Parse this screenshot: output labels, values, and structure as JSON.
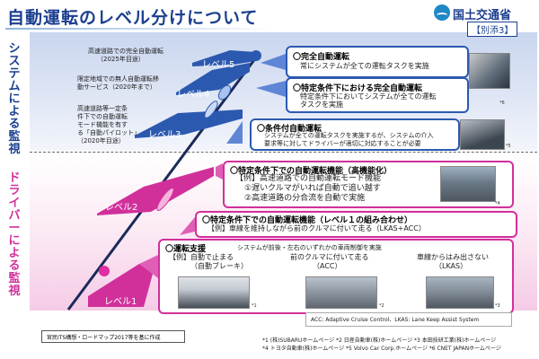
{
  "header": {
    "title": "自動運転のレベル分けについて",
    "ministry": "国土交通省",
    "appendix": "【別添3】"
  },
  "axis_labels": {
    "system": "システムによる監視",
    "driver": "ドライバーによる監視"
  },
  "levels": {
    "l1": "レベル1",
    "l2": "レベル2",
    "l3": "レベル3",
    "l4": "レベル4",
    "l5": "レベル5"
  },
  "notes": {
    "n5": [
      "高速道路での完全自動運転",
      "（2025年目途）"
    ],
    "n4": [
      "限定地域での無人自動運転移",
      "動サービス（2020年まで）"
    ],
    "n3": [
      "高速道路等一定条",
      "件下での自動運転",
      "モード機能を有す",
      "る「自動パイロット」",
      "（2020年目途）"
    ]
  },
  "boxes": {
    "l5": {
      "title": "〇完全自動運転",
      "lines": [
        "常にシステムが全ての運転タスクを実施"
      ]
    },
    "l4": {
      "title": "〇特定条件下における完全自動運転",
      "lines": [
        "特定条件下においてシステムが全ての運転",
        "タスクを実施"
      ],
      "fn": "*6"
    },
    "l3": {
      "title": "〇条件付自動運転",
      "lines": [
        "システムが全ての運転タスクを実施するが、システムの介入",
        "要求等に対してドライバーが適切に対応することが必要"
      ],
      "fn": "*5"
    },
    "l2a": {
      "title": "〇特定条件下での自動運転機能（高機能化）",
      "lines": [
        "【例】高速道路での自動運転モード機能",
        "①遅いクルマがいれば自動で追い越す",
        "②高速道路の分合流を自動で実施"
      ],
      "fn": "*4"
    },
    "l2b": {
      "title": "〇特定条件下での自動運転機能（レベル１の組み合わせ）",
      "lines": [
        "【例】車線を維持しながら前のクルマに付いて走る（LKAS+ACC）"
      ]
    },
    "l1": {
      "title": "〇運転支援",
      "subtitle": "システムが前後・左右のいずれかの車両制御を実施",
      "examples": [
        {
          "label": "【例】自動で止まる",
          "sub": "（自動ブレーキ）",
          "fn": "*1"
        },
        {
          "label": "前のクルマに付いて走る",
          "sub": "（ACC）",
          "fn": "*2"
        },
        {
          "label": "車線からはみ出さない",
          "sub": "（LKAS）",
          "fn": "*3"
        }
      ]
    }
  },
  "acc_note": "ACC: Adaptive Cruise Control、LKAS: Lane Keep Assist System",
  "footer": {
    "source": "官民ITS構想・ロードマップ2017等を基に作成",
    "credits": [
      "*1 (株)SUBARUホームページ  *2 日産自動車(株)ホームページ  *3 本田技研工業(株)ホームページ",
      "*4 トヨタ自動車(株)ホームページ  *5 Volvo Car Corp.ホームページ  *6 CNET JAPANホームページ"
    ]
  },
  "colors": {
    "system_blue": "#2c59b0",
    "driver_pink": "#d1309b",
    "title_navy": "#1b3f8f"
  }
}
